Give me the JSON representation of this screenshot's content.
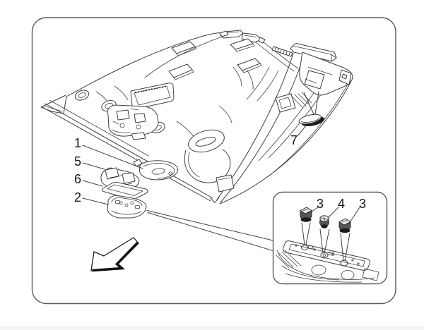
{
  "diagram": {
    "kind": "exploded-parts-diagram",
    "subject": "roof internal trim and courtesy light assembly",
    "background_color": "#ffffff",
    "line_color": "#3f3f41",
    "border_color": "#5a5b5e",
    "dark_fill_color": "#1b1b1d",
    "bulb_body_color": "#54555a",
    "footer_strip_color": "#f4f4f5"
  },
  "callouts": {
    "c1": "1",
    "c5": "5",
    "c6": "6",
    "c2": "2",
    "c7": "7",
    "c3a": "3",
    "c4": "4",
    "c3b": "3"
  }
}
